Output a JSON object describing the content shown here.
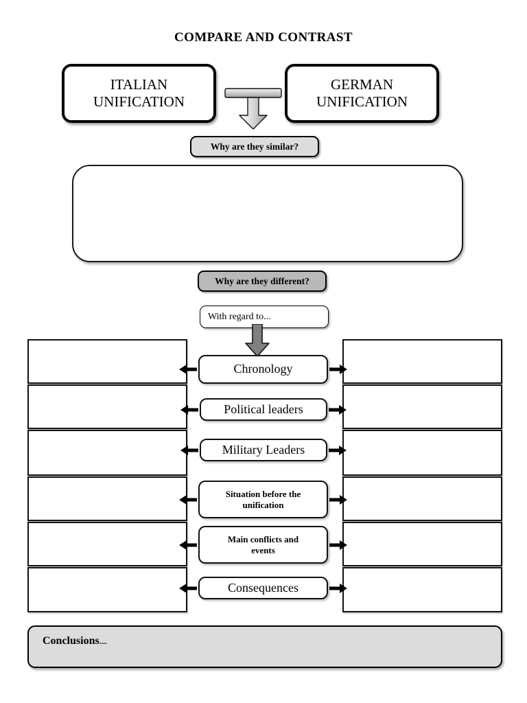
{
  "document": {
    "title": "COMPARE AND CONTRAST",
    "type": "compare-and-contrast graphic organizer worksheet"
  },
  "topics": {
    "left": {
      "line1": "ITALIAN",
      "line2": "UNIFICATION"
    },
    "right": {
      "line1": "GERMAN",
      "line2": "UNIFICATION"
    }
  },
  "prompts": {
    "similar": "Why are they similar?",
    "different": "Why are they different?",
    "with_regard_to": "With regard to..."
  },
  "answer_areas": {
    "similar_area_text": "",
    "left_column_values": [
      "",
      "",
      "",
      "",
      "",
      ""
    ],
    "right_column_values": [
      "",
      "",
      "",
      "",
      "",
      ""
    ]
  },
  "aspects": [
    {
      "id": "chronology",
      "label": "Chronology",
      "size": "big",
      "lines": [
        "Chronology"
      ]
    },
    {
      "id": "political-leaders",
      "label": "Political leaders",
      "size": "big",
      "lines": [
        "Political leaders"
      ]
    },
    {
      "id": "military-leaders",
      "label": "Military Leaders",
      "size": "big",
      "lines": [
        "Military Leaders"
      ]
    },
    {
      "id": "situation-before-unification",
      "label": "Situation before the unification",
      "size": "small",
      "lines": [
        "Situation before the",
        "unification"
      ]
    },
    {
      "id": "main-conflicts-and-events",
      "label": "Main conflicts and events",
      "size": "small",
      "lines": [
        "Main conflicts and",
        "events"
      ]
    },
    {
      "id": "consequences",
      "label": "Consequences",
      "size": "big",
      "lines": [
        "Consequences"
      ]
    }
  ],
  "conclusions": {
    "label": "Conclusions",
    "dots": "...."
  },
  "colors": {
    "page_background": "#ffffff",
    "ink": "#000000",
    "pill_light_gray": "#dcdcdc",
    "pill_dark_gray": "#b9b9b9",
    "arrow_gray": "#808080",
    "conclusions_fill": "#dcdcdc"
  },
  "icons": {
    "t_arrow": "t-shaped-down-arrow-icon",
    "down_arrow": "down-arrow-icon",
    "arrow_left": "arrow-left-icon",
    "arrow_right": "arrow-right-icon"
  }
}
